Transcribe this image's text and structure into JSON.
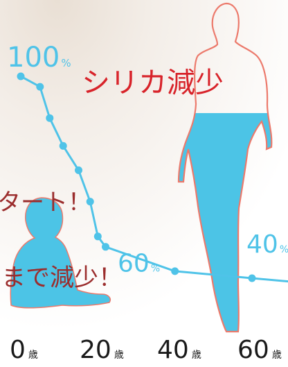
{
  "headline": "シリカ減少",
  "partial_texts": {
    "start": "タート！",
    "decrease": "まで減少！"
  },
  "colors": {
    "line": "#4fc3e8",
    "silhouette_fill": "#4cc4e6",
    "silhouette_outline": "#ec7a6c",
    "headline": "#d8232a",
    "partial_text": "#9b2d2d",
    "axis_text": "#1a1a1a",
    "pct_text": "#4fc3e8"
  },
  "chart_data": {
    "type": "line",
    "x_unit": "歳",
    "x_ticks": [
      {
        "value": "0",
        "unit": "歳"
      },
      {
        "value": "20",
        "unit": "歳"
      },
      {
        "value": "40",
        "unit": "歳"
      },
      {
        "value": "60",
        "unit": "歳"
      }
    ],
    "xlim": [
      0,
      60
    ],
    "ylim": [
      30,
      105
    ],
    "series": [
      {
        "x": [
          0,
          5,
          7.5,
          11,
          15,
          18,
          20,
          22,
          40,
          60
        ],
        "y": [
          100,
          97,
          88,
          80,
          73,
          64,
          54,
          51,
          44,
          42
        ]
      }
    ],
    "annotations": [
      {
        "number": "100",
        "unit": "%",
        "y": 100
      },
      {
        "number": "60",
        "unit": "%",
        "y": 60
      },
      {
        "number": "40",
        "unit": "%",
        "y": 40
      }
    ]
  }
}
